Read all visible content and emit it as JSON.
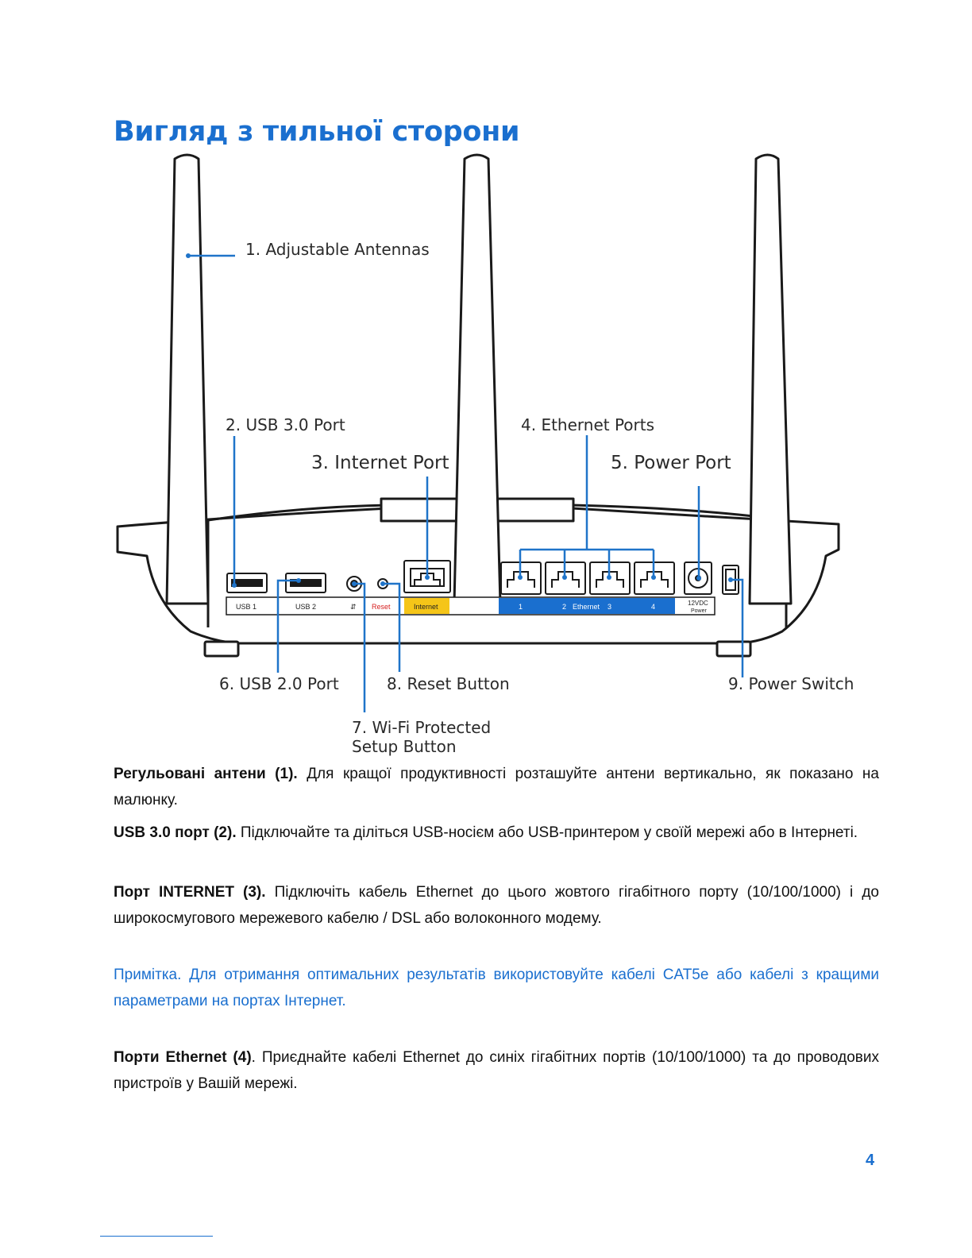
{
  "title": "Вигляд з тильної сторони",
  "diagram": {
    "callouts": {
      "antennas": "1. Adjustable Antennas",
      "usb3": "2. USB 3.0 Port",
      "internet": "3. Internet Port",
      "ethernet": "4. Ethernet Ports",
      "power_port": "5. Power Port",
      "usb2": "6. USB 2.0 Port",
      "wps_line1": "7. Wi-Fi Protected",
      "wps_line2": "Setup Button",
      "reset": "8. Reset Button",
      "power_switch": "9. Power Switch"
    },
    "port_labels": {
      "usb1": "USB 1",
      "usb2": "USB 2",
      "reset": "Reset",
      "internet": "Internet",
      "eth1": "1",
      "eth2": "2",
      "eth_name": "Ethernet",
      "eth3": "3",
      "eth4": "4",
      "power_volt": "12VDC",
      "power_word": "Power"
    },
    "colors": {
      "callout_line": "#1f74c9",
      "internet_port": "#f5c518",
      "ethernet_strip": "#1a6fcf",
      "reset_text": "#d62020"
    }
  },
  "paragraphs": {
    "p1_bold": "Регульовані антени (1).",
    "p1_text": " Для кращої продуктивності розташуйте антени вертикально, як показано на малюнку.",
    "p2_bold": "USB 3.0 порт (2).",
    "p2_text": " Підключайте та діліться USB-носієм або USB-принтером у своїй мережі або в Інтернеті.",
    "p3_bold": "Порт INTERNET (3).",
    "p3_text": " Підключіть кабель Ethernet до цього жовтого гігабітного порту (10/100/1000) і до широкосмугового мережевого кабелю / DSL або волоконного модему.",
    "note": "Примітка. Для отримання оптимальних результатів використовуйте кабелі CAT5e або кабелі з кращими параметрами на портах Інтернет.",
    "p4_bold": "Порти Ethernet (4)",
    "p4_text": ". Приєднайте кабелі Ethernet до синіх гігабітних портів (10/100/1000) та до проводових пристроїв у Вашій мережі."
  },
  "page_number": "4"
}
